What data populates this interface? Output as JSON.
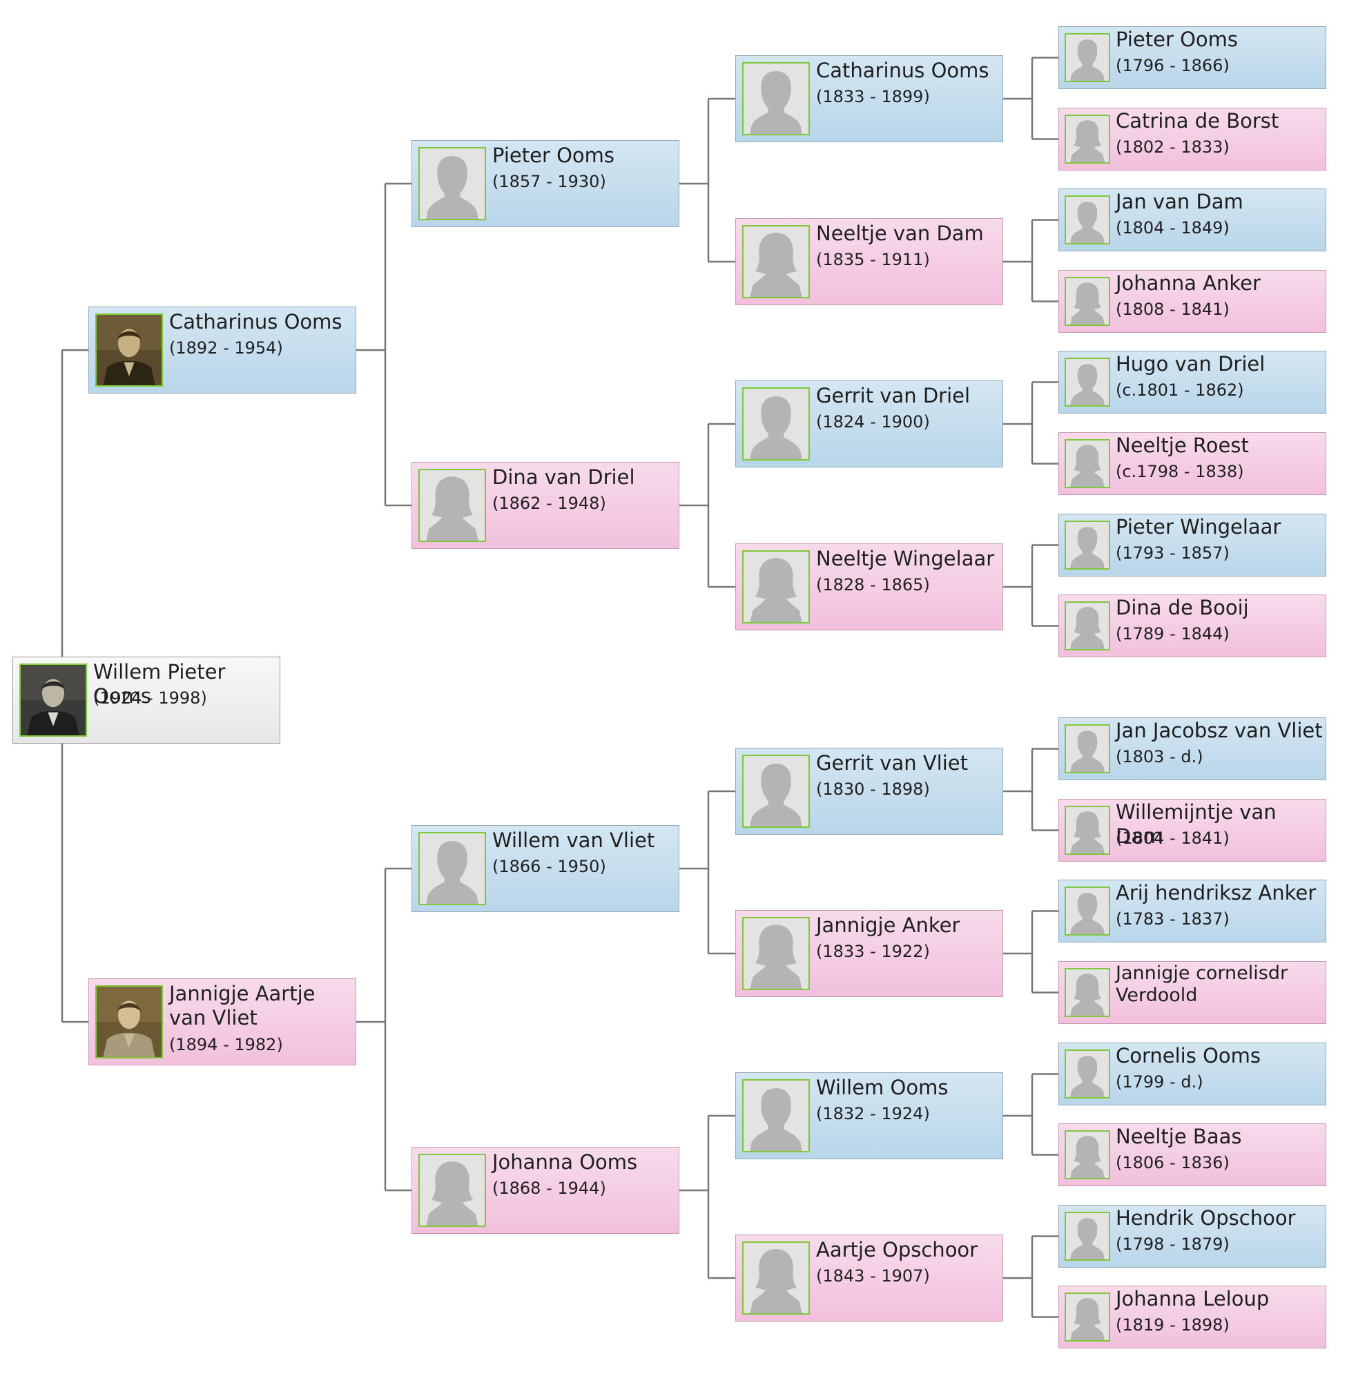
{
  "colors": {
    "male": "#c9e0f0",
    "female": "#f5cfe4",
    "root": "#efefef",
    "photo_border": "#7ec83a",
    "connector": "#777777"
  },
  "icons": {
    "placeholder_male": "male-silhouette-icon",
    "placeholder_female": "female-silhouette-icon"
  },
  "people": {
    "p1": {
      "name": "Willem Pieter Ooms",
      "dates": "(1924 - 1998)",
      "photo": "portrait"
    },
    "p2": {
      "name": "Catharinus Ooms",
      "dates": "(1892 - 1954)",
      "photo": "portrait"
    },
    "p3": {
      "name": "Jannigje Aartje van Vliet",
      "dates": "(1894 - 1982)",
      "photo": "portrait"
    },
    "p4": {
      "name": "Pieter Ooms",
      "dates": "(1857 - 1930)",
      "photo": "placeholder"
    },
    "p5": {
      "name": "Dina van Driel",
      "dates": "(1862 - 1948)",
      "photo": "placeholder"
    },
    "p6": {
      "name": "Willem van Vliet",
      "dates": "(1866 - 1950)",
      "photo": "placeholder"
    },
    "p7": {
      "name": "Johanna Ooms",
      "dates": "(1868 - 1944)",
      "photo": "placeholder"
    },
    "p8": {
      "name": "Catharinus Ooms",
      "dates": "(1833 - 1899)",
      "photo": "placeholder"
    },
    "p9": {
      "name": "Neeltje van Dam",
      "dates": "(1835 - 1911)",
      "photo": "placeholder"
    },
    "p10": {
      "name": "Gerrit van Driel",
      "dates": "(1824 - 1900)",
      "photo": "placeholder"
    },
    "p11": {
      "name": "Neeltje Wingelaar",
      "dates": "(1828 - 1865)",
      "photo": "placeholder"
    },
    "p12": {
      "name": "Gerrit van Vliet",
      "dates": "(1830 - 1898)",
      "photo": "placeholder"
    },
    "p13": {
      "name": "Jannigje Anker",
      "dates": "(1833 - 1922)",
      "photo": "placeholder"
    },
    "p14": {
      "name": "Willem Ooms",
      "dates": "(1832 - 1924)",
      "photo": "placeholder"
    },
    "p15": {
      "name": "Aartje Opschoor",
      "dates": "(1843 - 1907)",
      "photo": "placeholder"
    },
    "p16": {
      "name": "Pieter Ooms",
      "dates": "(1796 - 1866)",
      "photo": "placeholder"
    },
    "p17": {
      "name": "Catrina de Borst",
      "dates": "(1802 - 1833)",
      "photo": "placeholder"
    },
    "p18": {
      "name": "Jan van Dam",
      "dates": "(1804 - 1849)",
      "photo": "placeholder"
    },
    "p19": {
      "name": "Johanna Anker",
      "dates": "(1808 - 1841)",
      "photo": "placeholder"
    },
    "p20": {
      "name": "Hugo van Driel",
      "dates": "(c.1801 - 1862)",
      "photo": "placeholder"
    },
    "p21": {
      "name": "Neeltje Roest",
      "dates": "(c.1798 - 1838)",
      "photo": "placeholder"
    },
    "p22": {
      "name": "Pieter Wingelaar",
      "dates": "(1793 - 1857)",
      "photo": "placeholder"
    },
    "p23": {
      "name": "Dina de Booij",
      "dates": "(1789 - 1844)",
      "photo": "placeholder"
    },
    "p24": {
      "name": "Jan Jacobsz van Vliet",
      "dates": "(1803 -  d.)",
      "photo": "placeholder"
    },
    "p25": {
      "name": "Willemijntje van Dam",
      "dates": "(1804 - 1841)",
      "photo": "placeholder"
    },
    "p26": {
      "name": "Arij hendriksz Anker",
      "dates": "(1783 - 1837)",
      "photo": "placeholder"
    },
    "p27": {
      "name": "Jannigje cornelisdr Verdoold",
      "dates": "",
      "photo": "placeholder"
    },
    "p28": {
      "name": "Cornelis Ooms",
      "dates": "(1799 -  d.)",
      "photo": "placeholder"
    },
    "p29": {
      "name": "Neeltje Baas",
      "dates": "(1806 - 1836)",
      "photo": "placeholder"
    },
    "p30": {
      "name": "Hendrik Opschoor",
      "dates": "(1798 - 1879)",
      "photo": "placeholder"
    },
    "p31": {
      "name": "Johanna Leloup",
      "dates": "(1819 - 1898)",
      "photo": "placeholder"
    }
  }
}
